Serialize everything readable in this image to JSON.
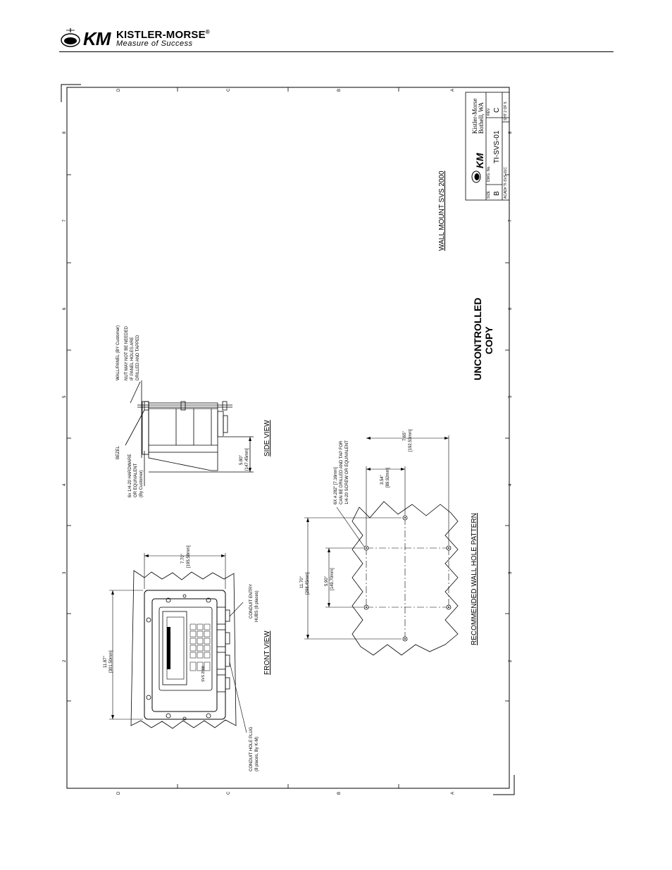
{
  "header": {
    "brand_name": "KISTLER-MORSE",
    "registered": "®",
    "brand_tag": "Measure of Success",
    "logo_letters": "KM"
  },
  "drawing": {
    "title": "WALL MOUNT SVS 2000",
    "stamp_line1": "UNCONTROLLED",
    "stamp_line2": "COPY",
    "front_view_label": "FRONT VIEW",
    "side_view_label": "SIDE VIEW",
    "hole_pattern_label": "RECOMMENDED WALL HOLE PATTERN",
    "zone_letters": [
      "D",
      "C",
      "B",
      "A"
    ],
    "zone_numbers": [
      "8",
      "7",
      "6",
      "5",
      "4",
      "3",
      "2"
    ],
    "front": {
      "width_in": "7.70\"",
      "width_mm": "[195.58mm]",
      "height_in": "11.87\"",
      "height_mm": "[301.50mm]",
      "conduit_hubs_1": "CONDUIT ENTRY",
      "conduit_hubs_2": "HUBS (8 places)",
      "conduit_plug_1": "CONDUIT HOLE PLUG",
      "conduit_plug_2": "(8 places, By K-M)",
      "keypad_label": "SVS 2000"
    },
    "side": {
      "depth_in": "5.80\"",
      "depth_mm": "[147.45mm]",
      "bezel": "BEZEL",
      "hardware_1": "6x  1/4-20 HARDWARE",
      "hardware_2": "OR EQUIVALENT",
      "hardware_3": "(By Customer)",
      "wall_1": "WALL/PANEL (BY Customer)",
      "nut_1": "NUT MAY NOT BE NEEDED",
      "nut_2": "IF PANEL HOLES ARE",
      "nut_3": "DRILLED AND TAPPED"
    },
    "pattern": {
      "h_total_in": "11.70\"",
      "h_total_mm": "[298.45mm]",
      "h_half_in": "5.90\"",
      "h_half_mm": "[149.70mm]",
      "w_half_in": "3.54\"",
      "w_half_mm": "[89.92mm]",
      "w_total_in": "7.65\"",
      "w_total_mm": "[192.53mm]",
      "hole_note_1": "6X #.282\" [7.16mm]",
      "hole_note_2": "CAN BE DRILLED AND TAP FOR",
      "hole_note_3": "1/4-20 SCREW OR EQUIVALENT"
    },
    "title_block": {
      "company_1": "Kistler-Morse",
      "company_2": "Bothell, WA",
      "size_label": "SIZE",
      "size_value": "B",
      "dwg_label": "DWG. No.",
      "dwg_value": "TI-SVS-01",
      "rev_label": "REV.",
      "rev_value": "C",
      "acad_label": "ACAD#",
      "acad_value": "TI-SVS-01C",
      "sheet": "SHT 2 OF 5"
    }
  }
}
